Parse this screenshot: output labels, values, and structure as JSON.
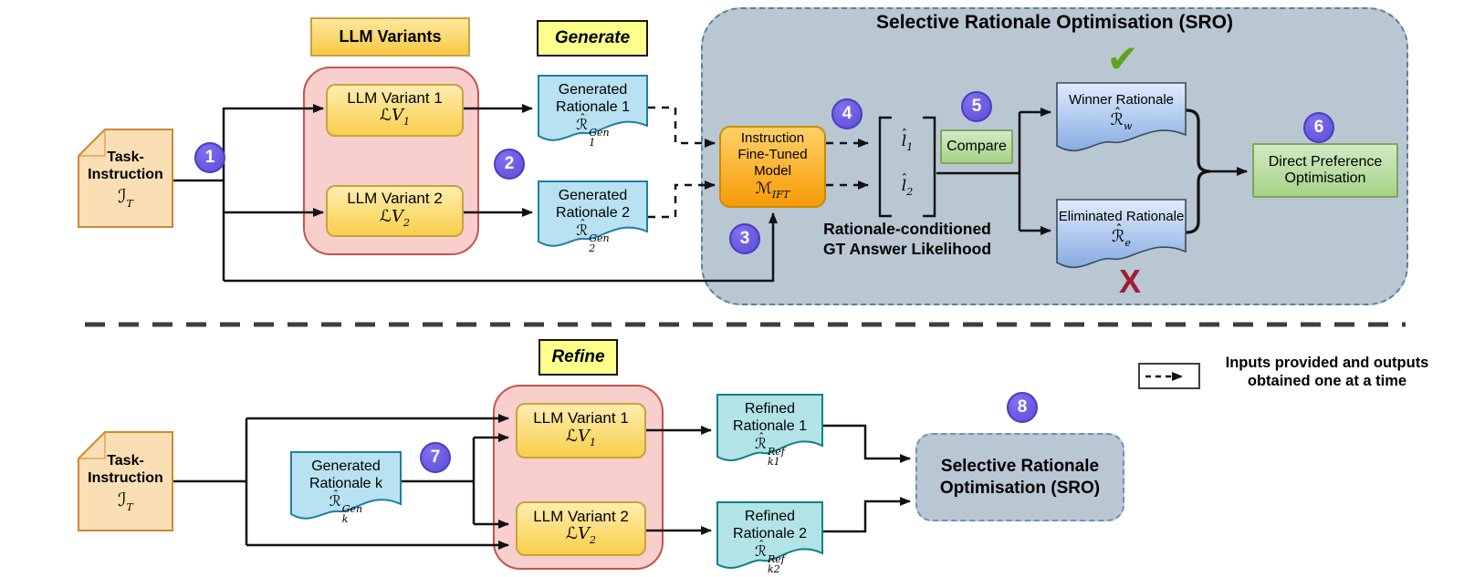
{
  "colors": {
    "badge_purple": "#5b4cd6",
    "sro_fill": "#b9c7d2",
    "sro_border": "#5d7f9d",
    "pink_fill": "#f8cfcd",
    "pink_border": "#c4544d",
    "yellow_fill": "#f9cf4b",
    "yellow_border": "#c9a23d",
    "phase_yellow": "#feff8a",
    "orange_model": "#f79b07",
    "note_fill": "#fadfb5",
    "note_border": "#cd8a33",
    "doc_blue": "#b8e1f1",
    "doc_blue_border": "#1f7ea3",
    "doc_gradient_blue": "#85ace1",
    "doc_teal": "#b2e3e6",
    "doc_teal_border": "#0e8088",
    "green_fill": "#a4d385",
    "green_border": "#7fa65c",
    "check_green": "#5ea31b",
    "cross_red": "#a11b35",
    "line_black": "#111111"
  },
  "titles": {
    "llm_variants": "LLM Variants",
    "generate": "Generate",
    "refine": "Refine",
    "sro": "Selective Rationale Optimisation (SRO)",
    "sro_box_line1": "Selective Rationale",
    "sro_box_line2": "Optimisation (SRO)"
  },
  "task": {
    "line1": "Task-",
    "line2": "Instruction",
    "math_base": "ℐ",
    "math_sub": "T"
  },
  "variants": {
    "v1_label": "LLM Variant 1",
    "v1_base": "ℒV",
    "v1_sub": "1",
    "v2_label": "LLM Variant 2",
    "v2_base": "ℒV",
    "v2_sub": "2"
  },
  "gen1": {
    "line1": "Generated",
    "line2": "Rationale 1",
    "math_base": "ℛ",
    "math_sup": "Gen",
    "math_sub": "1"
  },
  "gen2": {
    "line1": "Generated",
    "line2": "Rationale 2",
    "math_base": "ℛ",
    "math_sup": "Gen",
    "math_sub": "2"
  },
  "genk": {
    "line1": "Generated",
    "line2": "Rationale k",
    "math_base": "ℛ",
    "math_sup": "Gen",
    "math_sub": "k"
  },
  "mift": {
    "line1": "Instruction",
    "line2": "Fine-Tuned",
    "line3": "Model",
    "math_base": "ℳ",
    "math_sub": "IFT"
  },
  "likelihood": {
    "l1_base": "l",
    "l1_sub": "1",
    "l2_base": "l",
    "l2_sub": "2",
    "caption_line1": "Rationale-conditioned",
    "caption_line2": "GT Answer Likelihood"
  },
  "compare": {
    "label": "Compare"
  },
  "winner": {
    "label": "Winner Rationale",
    "math_base": "ℛ",
    "math_sub": "w"
  },
  "eliminated": {
    "label": "Eliminated Rationale",
    "math_base": "ℛ",
    "math_sub": "e"
  },
  "dpo": {
    "line1": "Direct Preference",
    "line2": "Optimisation"
  },
  "marks": {
    "check": "✔",
    "cross": "X"
  },
  "ref1": {
    "line1": "Refined",
    "line2": "Rationale 1",
    "math_base": "ℛ",
    "math_sup": "Ref",
    "math_sub": "k1"
  },
  "ref2": {
    "line1": "Refined",
    "line2": "Rationale 2",
    "math_base": "ℛ",
    "math_sup": "Ref",
    "math_sub": "k2"
  },
  "badges": {
    "b1": "1",
    "b2": "2",
    "b3": "3",
    "b4": "4",
    "b5": "5",
    "b6": "6",
    "b7": "7",
    "b8": "8"
  },
  "legend": {
    "line1": "Inputs provided and outputs",
    "line2": "obtained one at a time"
  }
}
